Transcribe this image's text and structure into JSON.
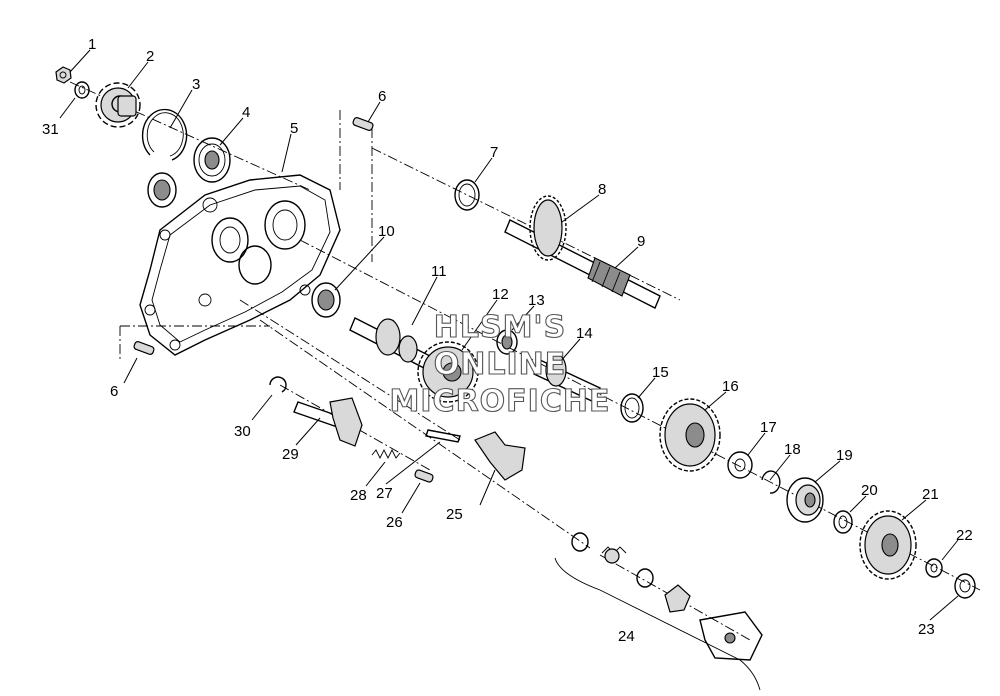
{
  "watermark": {
    "line1": "HLSM'S",
    "line2": "ONLINE",
    "line3": "MICROFICHE"
  },
  "callouts": {
    "c1": "1",
    "c2": "2",
    "c3": "3",
    "c4": "4",
    "c5": "5",
    "c6a": "6",
    "c6b": "6",
    "c7": "7",
    "c8": "8",
    "c9": "9",
    "c10": "10",
    "c11": "11",
    "c12": "12",
    "c13": "13",
    "c14": "14",
    "c15": "15",
    "c16": "16",
    "c17": "17",
    "c18": "18",
    "c19": "19",
    "c20": "20",
    "c21": "21",
    "c22": "22",
    "c23": "23",
    "c24": "24",
    "c25": "25",
    "c26": "26",
    "c27": "27",
    "c28": "28",
    "c29": "29",
    "c30": "30",
    "c31": "31"
  }
}
